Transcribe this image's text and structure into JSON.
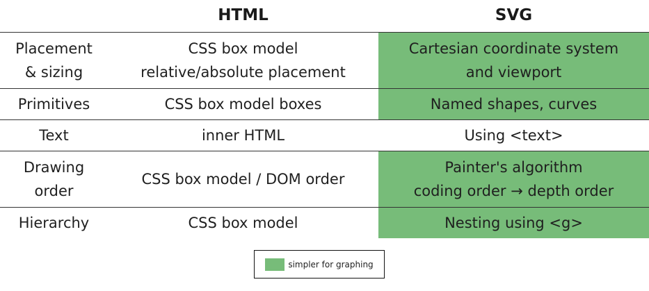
{
  "table": {
    "headers": [
      "",
      "HTML",
      "SVG"
    ],
    "rows": [
      {
        "aspect": "Placement\n& sizing",
        "html": "CSS box model\nrelative/absolute placement",
        "svg": "Cartesian coordinate system\nand viewport",
        "svg_simpler": true
      },
      {
        "aspect": "Primitives",
        "html": "CSS box model boxes",
        "svg": "Named shapes, curves",
        "svg_simpler": true
      },
      {
        "aspect": "Text",
        "html": "inner HTML",
        "svg": "Using <text>",
        "svg_simpler": false
      },
      {
        "aspect": "Drawing\norder",
        "html": "CSS box model / DOM order",
        "svg": "Painter's algorithm\ncoding order → depth order",
        "svg_simpler": true
      },
      {
        "aspect": "Hierarchy",
        "html": "CSS box model",
        "svg": "Nesting using <g>",
        "svg_simpler": true
      }
    ]
  },
  "legend": {
    "label": "simpler for graphing",
    "color": "#77bc79"
  }
}
